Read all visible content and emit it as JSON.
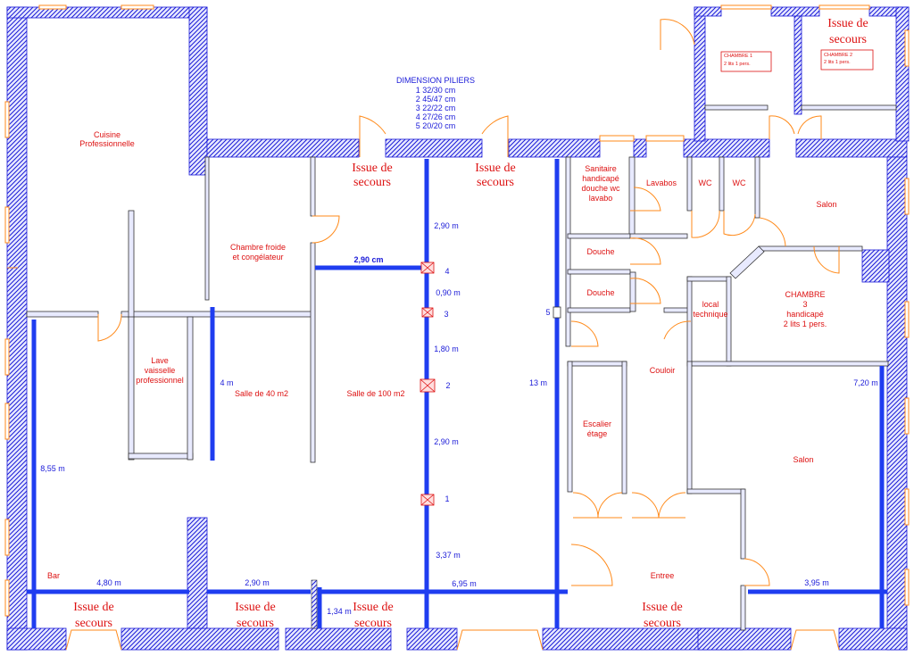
{
  "legend": {
    "title": "DIMENSION PILIERS",
    "lines": [
      "1 32/30 cm",
      "2 45/47 cm",
      "3 22/22 cm",
      "4 27/26 cm",
      "5 20/20 cm"
    ]
  },
  "rooms": {
    "cuisine": [
      "Cuisine",
      "Professionnelle"
    ],
    "chambre_froide": [
      "Chambre froide",
      "et congélateur"
    ],
    "lave_vaisselle": [
      "Lave",
      "vaisselle",
      "professionnel"
    ],
    "salle40": "Salle de 40 m2",
    "salle100": "Salle de 100 m2",
    "sanitaire": [
      "Sanitaire",
      "handicapé",
      "douche wc",
      "lavabo"
    ],
    "lavabos": "Lavabos",
    "wc1": "WC",
    "wc2": "WC",
    "douche1": "Douche",
    "douche2": "Douche",
    "local": [
      "local",
      "technique"
    ],
    "chambre3": [
      "CHAMBRE",
      "3",
      "handicapé",
      "2 lits 1 pers."
    ],
    "salon_top": "Salon",
    "couloir": "Couloir",
    "escalier": [
      "Escalier",
      "étage"
    ],
    "salon_big": "Salon",
    "entree": "Entree",
    "bar": "Bar",
    "chambre1": [
      "CHAMBRE 1",
      "2 lits 1 pers."
    ],
    "chambre2": [
      "CHAMBRE 2",
      "2 lits 1 pers."
    ]
  },
  "exits": {
    "label_line1": "Issue de",
    "label_line2": "secours"
  },
  "pillars": [
    "1",
    "2",
    "3",
    "4",
    "5"
  ],
  "dimensions": {
    "d290_top": "2,90 m",
    "d290cm": "2,90 cm",
    "d090": "0,90 m",
    "d180": "1,80 m",
    "d290_mid": "2,90 m",
    "d337": "3,37 m",
    "d4m": "4 m",
    "d13m": "13 m",
    "d855": "8,55 m",
    "d480": "4,80 m",
    "d290_bottom": "2,90 m",
    "d134": "1,34 m",
    "d695": "6,95 m",
    "d395": "3,95 m",
    "d720": "7,20 m"
  },
  "colors": {
    "wall_blue": "#1a1ad8",
    "beam_blue": "#1f3df0",
    "text_red": "#dd1111",
    "door_orange": "#ff8a1a"
  }
}
